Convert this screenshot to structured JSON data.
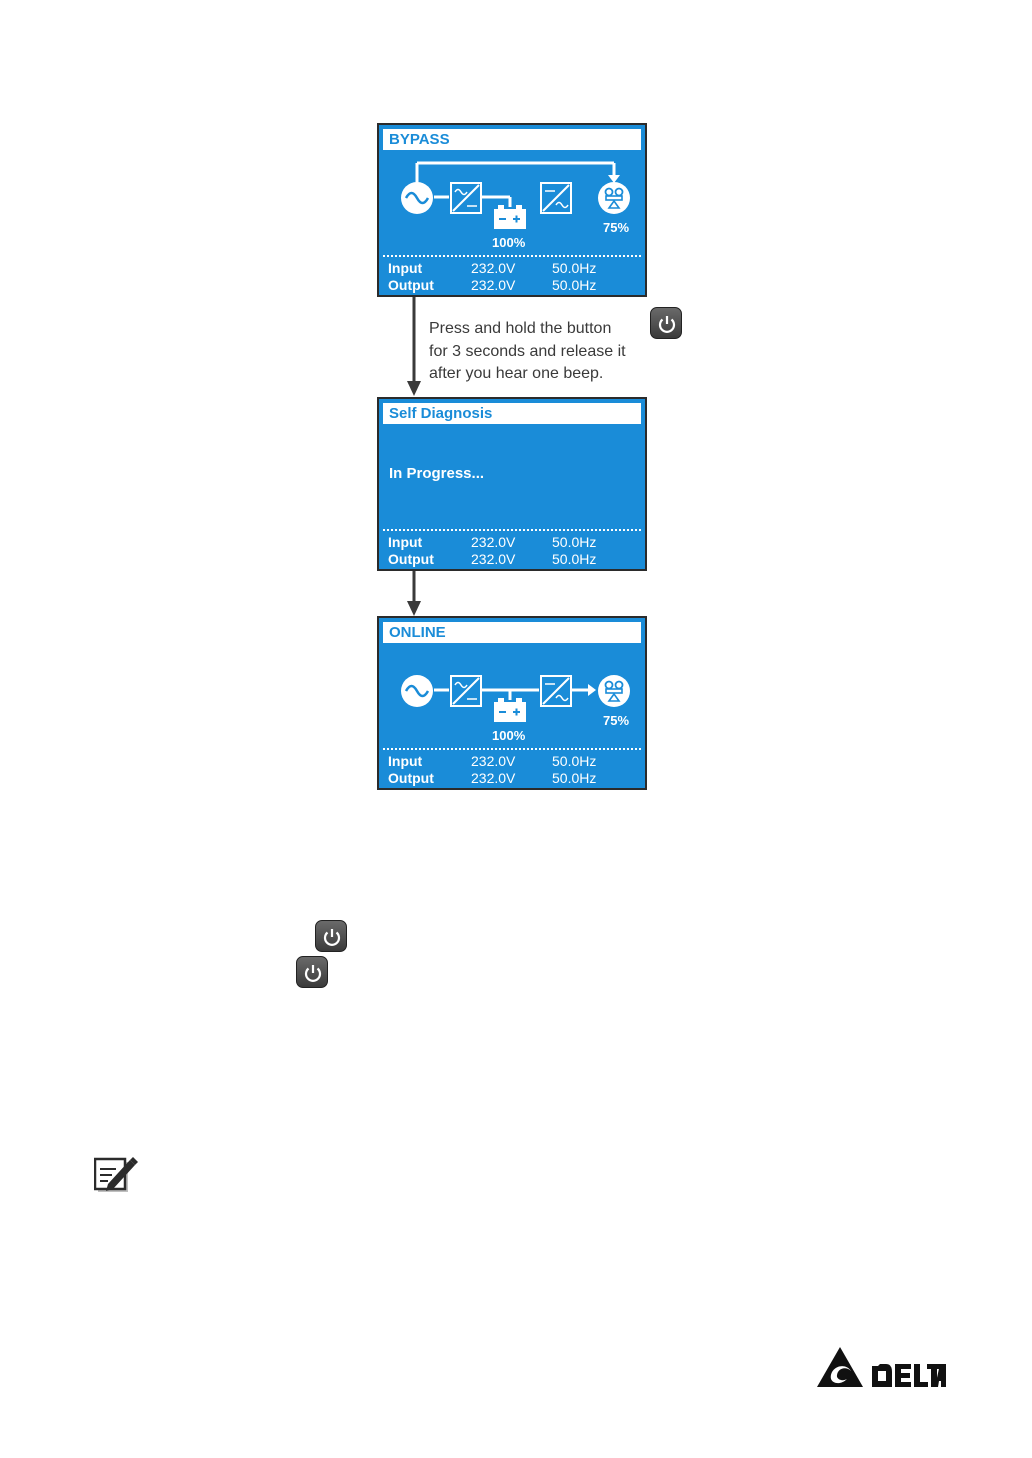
{
  "screens": {
    "bypass": {
      "title": "BYPASS",
      "battery_pct": "100%",
      "load_pct": "75%",
      "input_label": "Input",
      "input_voltage": "232.0V",
      "input_freq": "50.0Hz",
      "output_label": "Output",
      "output_voltage": "232.0V",
      "output_freq": "50.0Hz"
    },
    "self_diagnosis": {
      "title": "Self Diagnosis",
      "status": "In Progress...",
      "input_label": "Input",
      "input_voltage": "232.0V",
      "input_freq": "50.0Hz",
      "output_label": "Output",
      "output_voltage": "232.0V",
      "output_freq": "50.0Hz"
    },
    "online": {
      "title": "ONLINE",
      "battery_pct": "100%",
      "load_pct": "75%",
      "input_label": "Input",
      "input_voltage": "232.0V",
      "input_freq": "50.0Hz",
      "output_label": "Output",
      "output_voltage": "232.0V",
      "output_freq": "50.0Hz"
    }
  },
  "instruction": {
    "line1": "Press and hold the button",
    "line2": "for 3 seconds and release it",
    "line3": "after you hear one beep."
  },
  "icons": {
    "power_button": "power-icon",
    "note": "note-pencil-icon",
    "logo": "delta-logo"
  },
  "colors": {
    "lcd_blue": "#1a8cd8",
    "button_gray": "#4a4a4a"
  }
}
